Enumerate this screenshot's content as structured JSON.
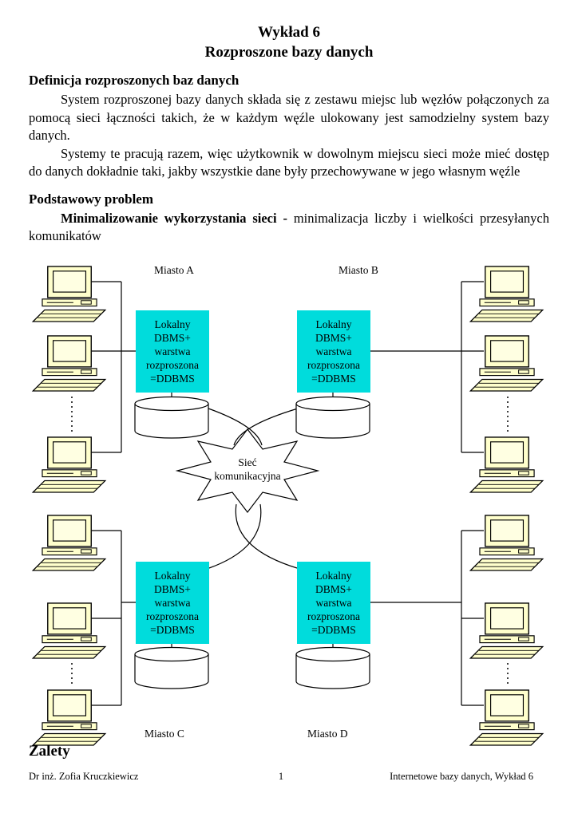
{
  "header": {
    "title_line1": "Wykład 6",
    "title_line2": "Rozproszone bazy danych"
  },
  "sections": {
    "def_heading": "Definicja rozproszonych baz danych",
    "para1": "System rozproszonej bazy danych składa się z zestawu miejsc lub węzłów połączonych za pomocą sieci łączności takich, że w każdym węźle ulokowany jest samodzielny system bazy danych.",
    "para2": "Systemy te pracują razem, więc użytkownik w dowolnym miejscu sieci może mieć dostęp do danych dokładnie taki, jakby wszystkie dane były przechowywane w jego własnym węźle",
    "problem_heading": "Podstawowy problem",
    "para3_bold": "Minimalizowanie wykorzystania sieci - ",
    "para3_rest": "minimalizacja liczby i wielkości przesyłanych komunikatów"
  },
  "diagram": {
    "city_a": "Miasto A",
    "city_b": "Miasto B",
    "city_c": "Miasto C",
    "city_d": "Miasto D",
    "dbms_label": "Lokalny\nDBMS+\nwarstwa\nrozproszona\n=DDBMS",
    "network_label": "Sieć\nkomunikacyjna",
    "icons": {
      "computer-icon": "desktop computer with monitor and keyboard",
      "database-cylinder-icon": "cylinder database symbol",
      "network-starburst-icon": "jagged starburst cloud"
    },
    "colors": {
      "dbms_box": "#00dcdc",
      "computer_fill": "#ffffcc",
      "line": "#000000",
      "page_bg": "#ffffff"
    }
  },
  "footer": {
    "zalety_heading": "Zalety",
    "author": "Dr inż. Zofia Kruczkiewicz",
    "page_number": "1",
    "course": "Internetowe bazy danych, Wykład 6"
  }
}
